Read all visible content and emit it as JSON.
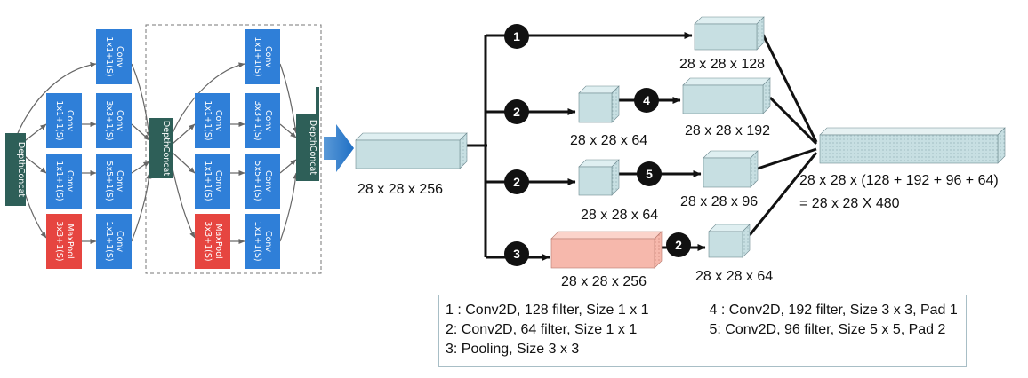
{
  "inception": {
    "input_concat": "DepthConcat",
    "block1": {
      "top_conv": [
        "Conv",
        "1x1+1(S)"
      ],
      "rows": [
        {
          "a": [
            "Conv",
            "1x1+1(S)"
          ],
          "b": [
            "Conv",
            "3x3+1(S)"
          ]
        },
        {
          "a": [
            "Conv",
            "1x1+1(S)"
          ],
          "b": [
            "Conv",
            "5x5+1(S)"
          ]
        },
        {
          "a": [
            "MaxPool",
            "3x3+1(S)"
          ],
          "b": [
            "Conv",
            "1x1+1(S)"
          ]
        }
      ],
      "concat": "DepthConcat"
    },
    "block2": {
      "top_conv": [
        "Conv",
        "1x1+1(S)"
      ],
      "rows": [
        {
          "a": [
            "Conv",
            "1x1+1(S)"
          ],
          "b": [
            "Conv",
            "3x3+1(S)"
          ]
        },
        {
          "a": [
            "Conv",
            "1x1+1(S)"
          ],
          "b": [
            "Conv",
            "5x5+1(S)"
          ]
        },
        {
          "a": [
            "MaxPool",
            "3x3+1(S)"
          ],
          "b": [
            "Conv",
            "1x1+1(S)"
          ]
        }
      ],
      "concat": "DepthConcat"
    }
  },
  "detail": {
    "input_label": "28 x 28 x 256",
    "branches": [
      {
        "badge": "1",
        "output_label": "28 x 28 x 128"
      },
      {
        "badge": "2",
        "mid_label": "28 x 28 x 64",
        "badge2": "4",
        "output_label": "28 x 28 x 192"
      },
      {
        "badge": "2",
        "mid_label": "28 x 28 x 64",
        "badge2": "5",
        "output_label": "28 x 28 x 96"
      },
      {
        "badge": "3",
        "mid_label": "28 x 28 x 256",
        "badge2": "2",
        "output_label": "28 x 28 x 64"
      }
    ],
    "output_label_1": "28 x 28 x (128 + 192 + 96 + 64)",
    "output_label_2": "= 28 x 28 X 480"
  },
  "legend": {
    "left": [
      "1 : Conv2D, 128 filter, Size 1 x 1",
      "2: Conv2D, 64 filter, Size 1 x 1",
      "3: Pooling, Size 3 x 3"
    ],
    "right": [
      "4 : Conv2D, 192 filter, Size 3 x 3, Pad 1",
      "5: Conv2D, 96 filter, Size 5 x 5, Pad 2"
    ]
  },
  "colors": {
    "conv": "#2f7fd8",
    "pool": "#e64540",
    "concat": "#2e5f58",
    "cube": "#c7dfe2",
    "cube_pool": "#f6b8ac",
    "arrow_blue": "#2f7fd8"
  }
}
